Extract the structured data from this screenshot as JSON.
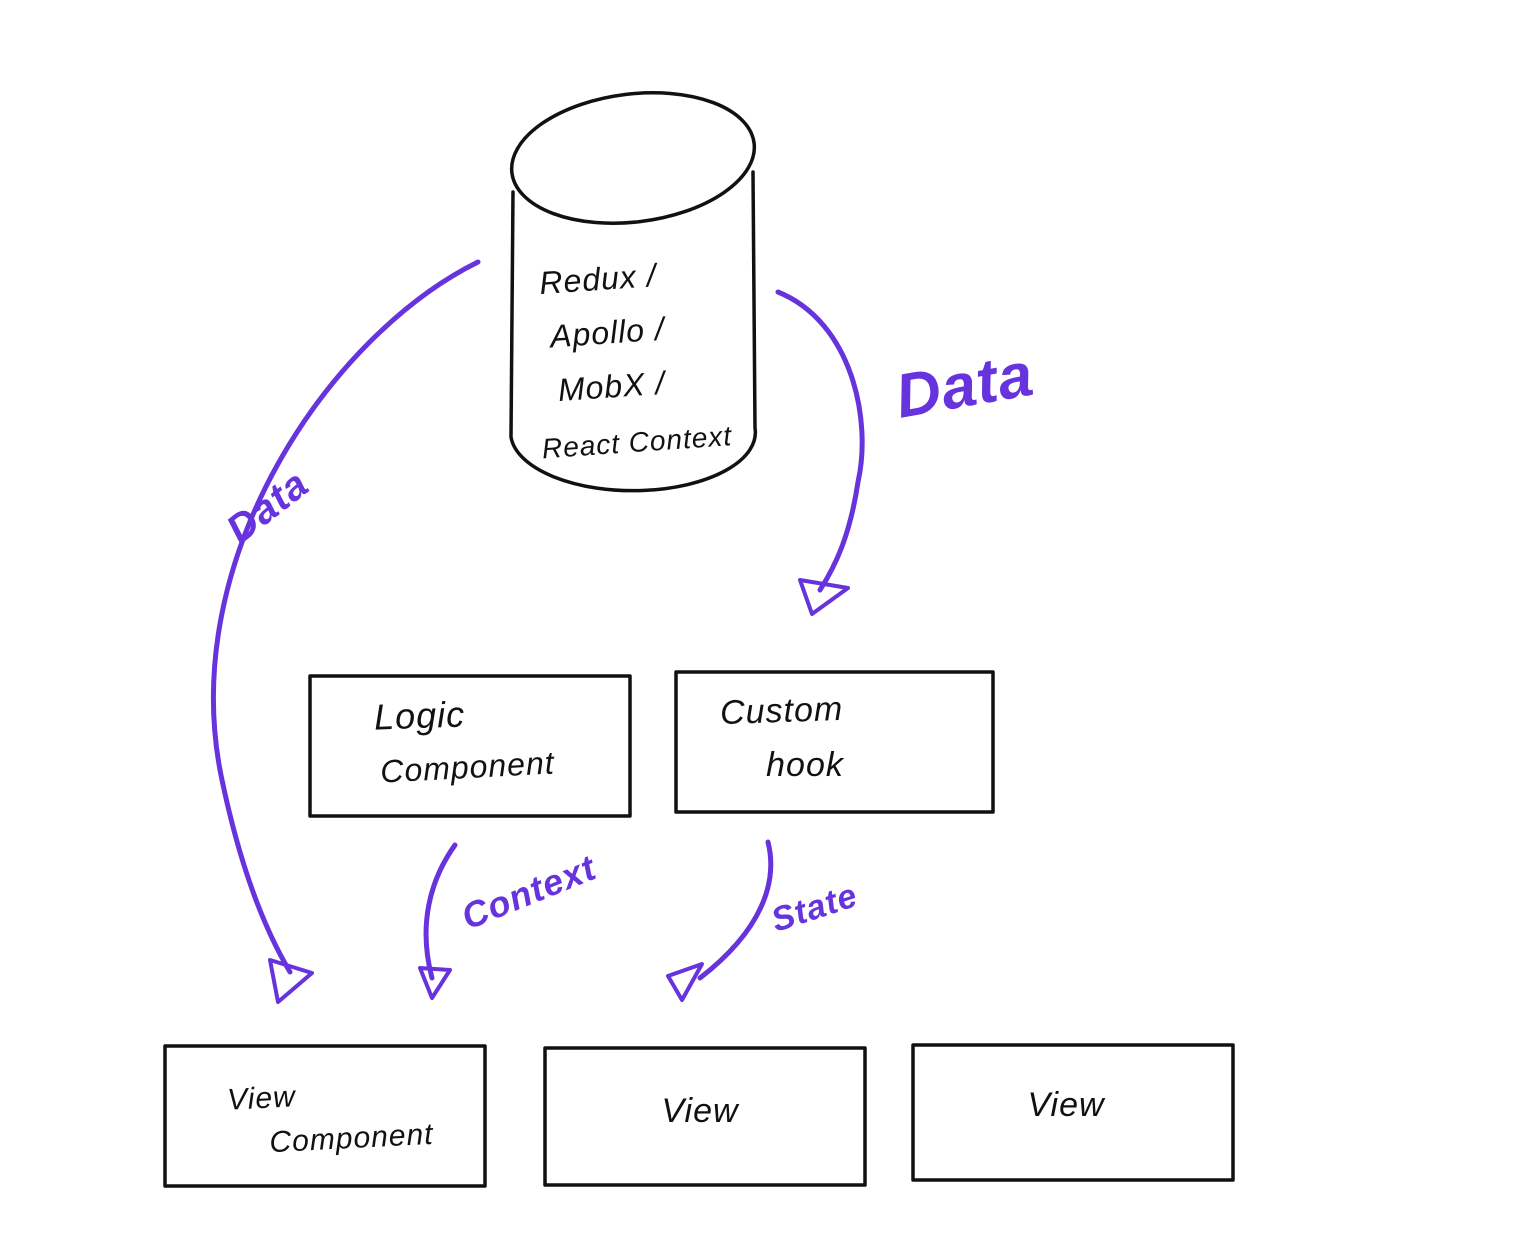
{
  "diagram": {
    "title": "state management data flow sketch",
    "colors": {
      "ink": "#111111",
      "accent": "#6633dd",
      "background": "#ffffff"
    },
    "cylinder": {
      "lines": [
        "Redux /",
        "Apollo /",
        "MobX /",
        "React Context"
      ]
    },
    "arrows": {
      "data_left_label": "Data",
      "data_right_label": "Data",
      "context_label": "Context",
      "state_label": "State"
    },
    "boxes": {
      "logic_component": {
        "line1": "Logic",
        "line2": "Component"
      },
      "custom_hook": {
        "line1": "Custom",
        "line2": "hook"
      },
      "view_component": {
        "line1": "View",
        "line2": "Component"
      },
      "view_middle": {
        "label": "View"
      },
      "view_right": {
        "label": "View"
      }
    }
  }
}
